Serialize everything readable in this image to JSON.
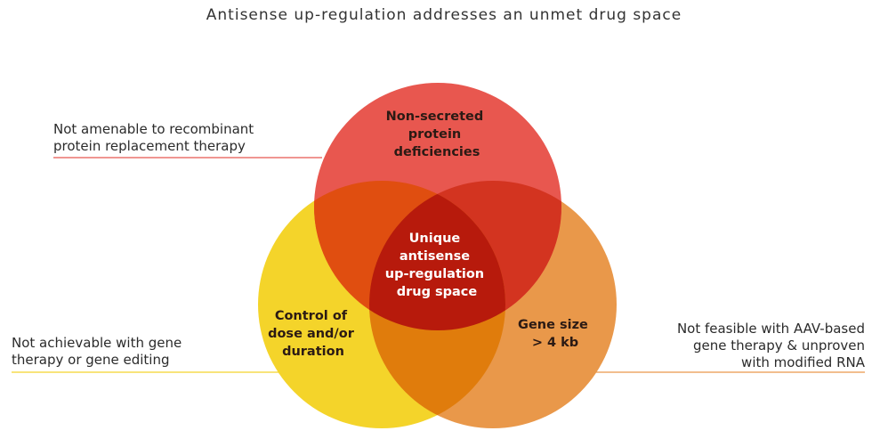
{
  "title": "Antisense up-regulation addresses an unmet drug space",
  "colors": {
    "red": "#e8574f",
    "yellow": "#f4d42a",
    "orange": "#e9984a",
    "red_yellow_overlap": "#e04e10",
    "red_orange_overlap": "#d33420",
    "yellow_orange_overlap": "#e07c0c",
    "center": "#b71a0c",
    "red_leader": "#e8574f",
    "yellow_leader": "#f4d42a",
    "orange_leader": "#e9984a"
  },
  "circles": {
    "top": {
      "lines": [
        "Non-secreted",
        "protein",
        "deficiencies"
      ]
    },
    "left": {
      "lines": [
        "Control of",
        "dose and/or",
        "duration"
      ]
    },
    "right": {
      "lines": [
        "Gene size",
        "> 4 kb"
      ]
    },
    "center": {
      "lines": [
        "Unique",
        "antisense",
        "up-regulation",
        "drug space"
      ]
    }
  },
  "side_labels": {
    "top_left": [
      "Not amenable to recombinant",
      "protein replacement therapy"
    ],
    "bottom_left": [
      "Not achievable with gene",
      "therapy or gene editing"
    ],
    "right": [
      "Not feasible with AAV-based",
      "gene therapy & unproven",
      "with modified RNA"
    ]
  }
}
